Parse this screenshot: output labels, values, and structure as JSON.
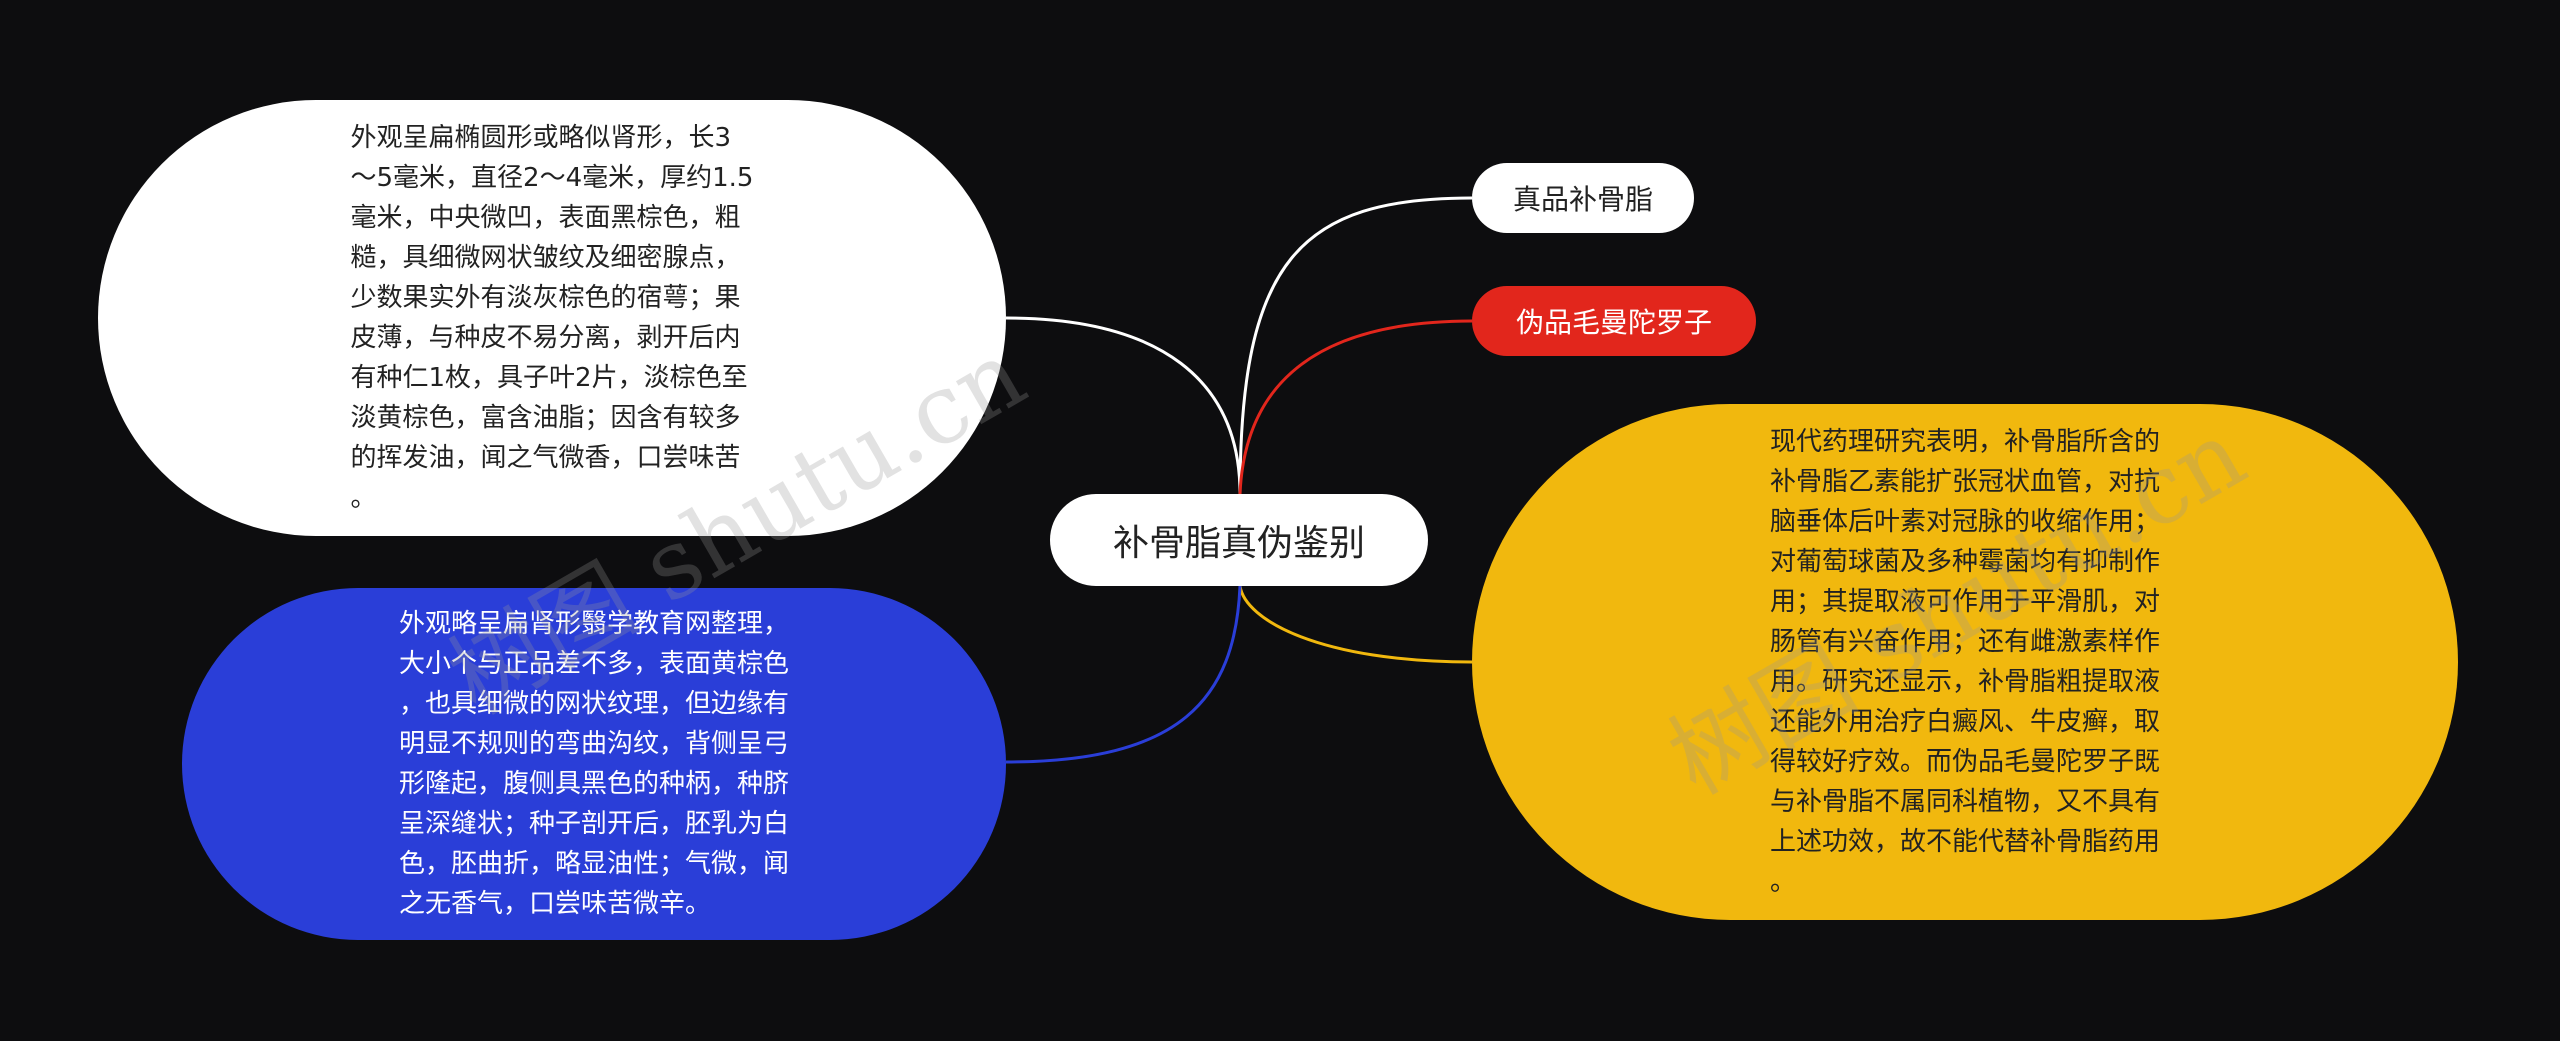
{
  "colors": {
    "background": "#0d0d0f",
    "root": "#ffffff",
    "true_branch": "#ffffff",
    "fake_branch": "#e2261c",
    "true_desc": "#ffffff",
    "fake_desc": "#2a3ed8",
    "pharma_desc": "#f1b80e"
  },
  "root": {
    "label": "补骨脂真伪鉴别"
  },
  "branches": {
    "true_label": "真品补骨脂",
    "fake_label": "伪品毛曼陀罗子"
  },
  "descriptions": {
    "true_text": "外观呈扁椭圆形或略似肾形，长3\n～5毫米，直径2～4毫米，厚约1.5\n毫米，中央微凹，表面黑棕色，粗\n糙，具细微网状皱纹及细密腺点，\n少数果实外有淡灰棕色的宿萼；果\n皮薄，与种皮不易分离，剥开后内\n有种仁1枚，具子叶2片，淡棕色至\n淡黄棕色，富含油脂；因含有较多\n的挥发油，闻之气微香，口尝味苦\n。",
    "fake_text": "外观略呈扁肾形翳学教育网整理，\n大小个与正品差不多，表面黄棕色\n，也具细微的网状纹理，但边缘有\n明显不规则的弯曲沟纹，背侧呈弓\n形隆起，腹侧具黑色的种柄，种脐\n呈深缝状；种子剖开后，胚乳为白\n色，胚曲折，略显油性；气微，闻\n之无香气，口尝味苦微辛。",
    "pharma_text": "现代药理研究表明，补骨脂所含的\n补骨脂乙素能扩张冠状血管，对抗\n脑垂体后叶素对冠脉的收缩作用；\n对葡萄球菌及多种霉菌均有抑制作\n用；其提取液可作用于平滑肌，对\n肠管有兴奋作用；还有雌激素样作\n用。研究还显示，补骨脂粗提取液\n还能外用治疗白癜风、牛皮癣，取\n得较好疗效。而伪品毛曼陀罗子既\n与补骨脂不属同科植物，又不具有\n上述功效，故不能代替补骨脂药用\n。"
  },
  "watermarks": {
    "left": "树图 shutu.cn",
    "right": "树图 shutu.cn"
  }
}
